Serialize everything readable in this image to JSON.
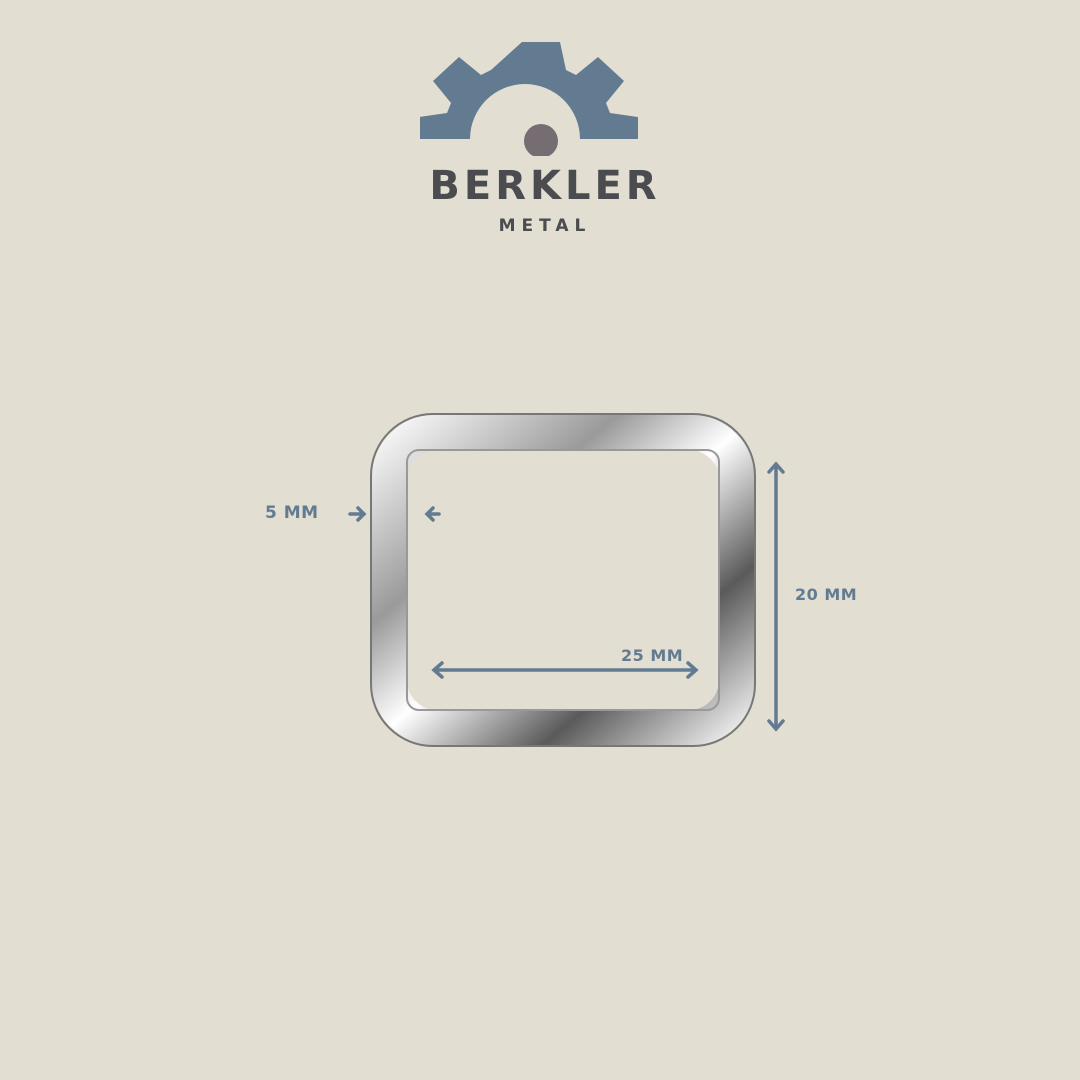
{
  "brand": {
    "name": "BERKLER",
    "sub": "METAL",
    "gear_color": "#627b91",
    "dot_color": "#766d72",
    "text_color": "#4a4c4f"
  },
  "background": "#e2dfd2",
  "product": {
    "type": "rectangular wire loop buckle",
    "finish": "nickel"
  },
  "dimensions": {
    "wire_thickness": "5 MM",
    "inner_width": "25 MM",
    "height": "20 MM",
    "color": "#627b91"
  }
}
